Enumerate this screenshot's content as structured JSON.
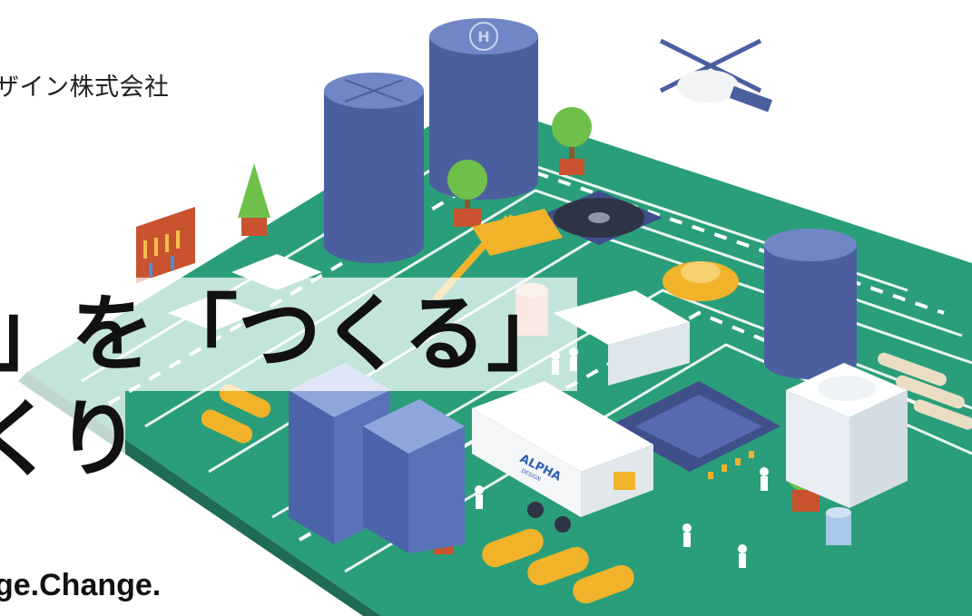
{
  "hero": {
    "company_name": "ザイン株式会社",
    "headline_line1": "」を「つくる」",
    "headline_line2": "くり",
    "tagline": "ge.Change.",
    "truck_label_main": "ALPHA",
    "truck_label_sub": "DESIGN",
    "helipad_label": "H"
  },
  "colors": {
    "board_green": "#2a9e7a",
    "board_edge": "#1f6b55",
    "capacitor_blue": "#5468a8",
    "accent_yellow": "#f0b32a",
    "truck_blue": "#2f5fb0",
    "text_dark": "#111111"
  }
}
